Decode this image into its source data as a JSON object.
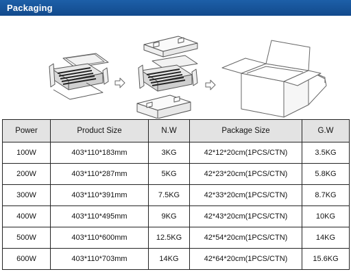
{
  "header": {
    "title": "Packaging"
  },
  "illustration": {
    "icons": [
      "floodlight-fixture-icon",
      "arrow-right-icon",
      "fixture-with-foam-inserts-icon",
      "arrow-right-icon",
      "open-carton-box-icon"
    ]
  },
  "table": {
    "headers": [
      "Power",
      "Product Size",
      "N.W",
      "Package Size",
      "G.W"
    ],
    "rows": [
      [
        "100W",
        "403*110*183mm",
        "3KG",
        "42*12*20cm(1PCS/CTN)",
        "3.5KG"
      ],
      [
        "200W",
        "403*110*287mm",
        "5KG",
        "42*23*20cm(1PCS/CTN)",
        "5.8KG"
      ],
      [
        "300W",
        "403*110*391mm",
        "7.5KG",
        "42*33*20cm(1PCS/CTN)",
        "8.7KG"
      ],
      [
        "400W",
        "403*110*495mm",
        "9KG",
        "42*43*20cm(1PCS/CTN)",
        "10KG"
      ],
      [
        "500W",
        "403*110*600mm",
        "12.5KG",
        "42*54*20cm(1PCS/CTN)",
        "14KG"
      ],
      [
        "600W",
        "403*110*703mm",
        "14KG",
        "42*64*20cm(1PCS/CTN)",
        "15.6KG"
      ]
    ]
  },
  "colors": {
    "header_bg": "#1d5fa8",
    "header_text": "#ffffff",
    "table_header_bg": "#e3e3e3",
    "border": "#222222"
  }
}
